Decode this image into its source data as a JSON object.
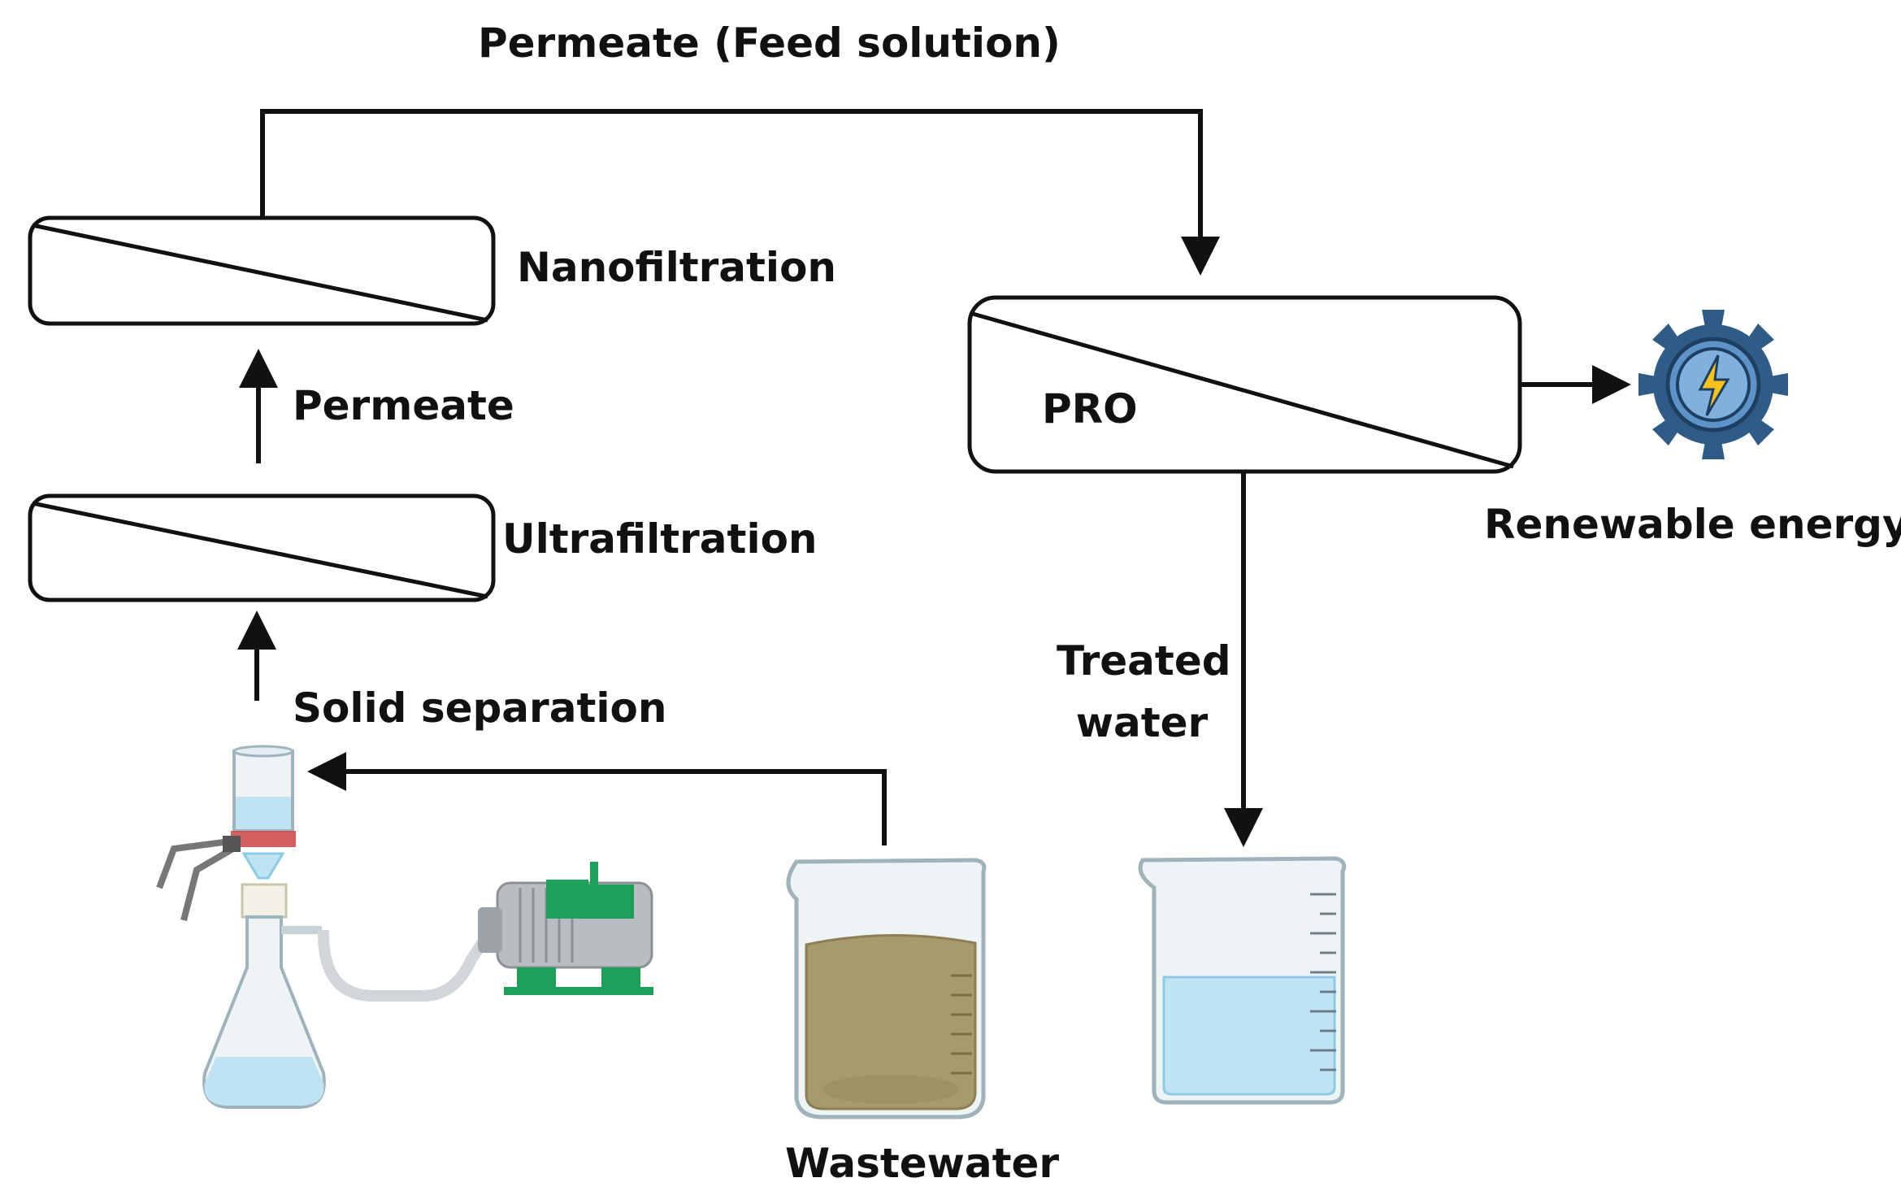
{
  "title": "Permeate (Feed solution)",
  "units": {
    "nanofiltration": "Nanofiltration",
    "ultrafiltration": "Ultrafiltration",
    "pro": "PRO"
  },
  "flows": {
    "permeate": "Permeate",
    "solid_separation": "Solid separation",
    "treated_water": [
      "Treated",
      "water"
    ],
    "renewable_energy": "Renewable energy",
    "wastewater": "Wastewater"
  },
  "colors": {
    "line": "#111111",
    "clear_water": "#bfe3f2",
    "clear_water_edge": "#8ccbe6",
    "wastewater": "#a89a6c",
    "wastewater_edge": "#8d7f55",
    "glass": "#eef4f6",
    "pump_body": "#b9bdc1",
    "pump_green": "#1fa05a",
    "turbine_blue": "#2f5b87",
    "turbine_light": "#5d93c9",
    "bolt": "#f6c21c"
  },
  "icons": [
    "vacuum-filtration-flask-icon",
    "vacuum-pump-icon",
    "wastewater-beaker-icon",
    "treated-water-beaker-icon",
    "turbine-energy-icon"
  ]
}
